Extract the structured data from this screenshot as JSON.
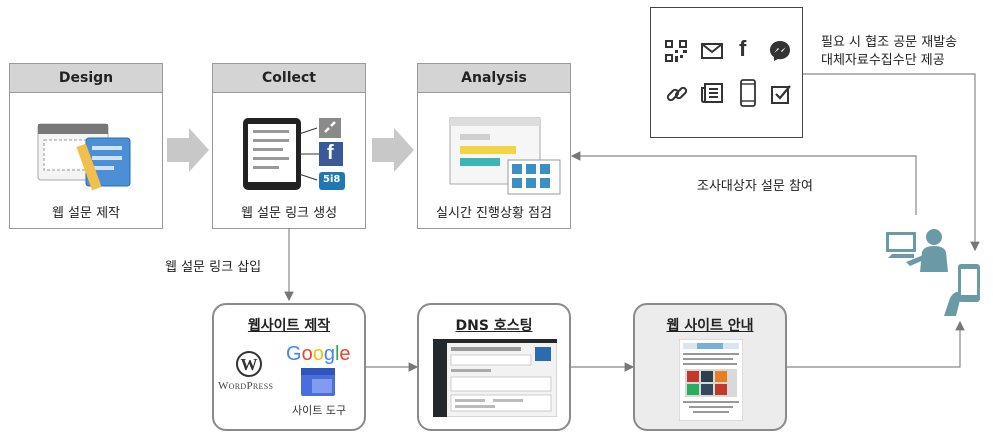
{
  "stages": [
    {
      "title": "Design",
      "caption": "웹 설문 제작"
    },
    {
      "title": "Collect",
      "caption": "웹 설문 링크 생성"
    },
    {
      "title": "Analysis",
      "caption": "실시간 진행상황 점검"
    }
  ],
  "link_label": "웹 설문 링크 삽입",
  "participation_label": "조사대상자 설문 참여",
  "resend_note": [
    "필요 시 협조 공문 재발송",
    "대체자료수집수단 제공"
  ],
  "bottom_boxes": [
    {
      "title": "웹사이트 제작"
    },
    {
      "title": "DNS 호스팅"
    },
    {
      "title": "웹 사이트 안내"
    }
  ],
  "logos": {
    "wordpress": "WordPress",
    "google": "Google",
    "site_tool": "사이트 도구"
  },
  "collect_badges": {
    "facebook": "f",
    "number": "5i8"
  },
  "icon_panel": [
    "qr-code-icon",
    "mail-icon",
    "facebook-icon",
    "messenger-icon",
    "link-icon",
    "newspaper-icon",
    "mobile-icon",
    "checkbox-icon"
  ],
  "colors": {
    "stage_head": "#d4d4d4",
    "arrow_gray": "#c8c8c8",
    "teal": "#6b9aa6",
    "facebook": "#3b5998",
    "google_blue": "#4285F4",
    "google_red": "#EA4335",
    "google_yellow": "#FBBC05",
    "google_green": "#34A853"
  }
}
